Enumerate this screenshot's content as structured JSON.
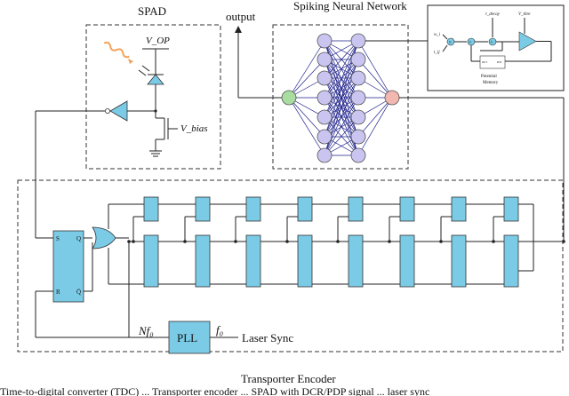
{
  "labels": {
    "spad_title": "SPAD",
    "snn_title": "Spiking Neural Network",
    "output": "output",
    "vop": "V_OP",
    "vbias": "V_bias",
    "transporter": "Transporter Encoder",
    "nf0": "Nf₀",
    "pll": "PLL",
    "f0": "f₀",
    "laser_sync": "Laser Sync",
    "sr_s": "S",
    "sr_r": "R",
    "sr_q": "Q",
    "sr_qbar": "Q̄",
    "neuron_potential": "Potential",
    "neuron_memory": "Memory",
    "neuron_w": "w_i",
    "neuron_t": "t_ij",
    "neuron_tau": "τ_decay",
    "neuron_vthr": "V_thre",
    "caption_partial": "Time-to-digital converter (TDC) ... Transporter encoder ... SPAD with DCR/PDP signal ... laser sync"
  },
  "colors": {
    "component_fill": "#7ccbe6",
    "snn_node": "#c9c5f0",
    "snn_edge": "#1c1f8a",
    "input_node": "#a8dca0",
    "output_node": "#f2b7ae",
    "laser_wave": "#f2a35a"
  },
  "snn": {
    "hidden_layers": 2,
    "hidden_nodes_per_layer": 7
  },
  "encoder": {
    "top_row_flipflops": 8,
    "bottom_row_flipflops": 8
  }
}
